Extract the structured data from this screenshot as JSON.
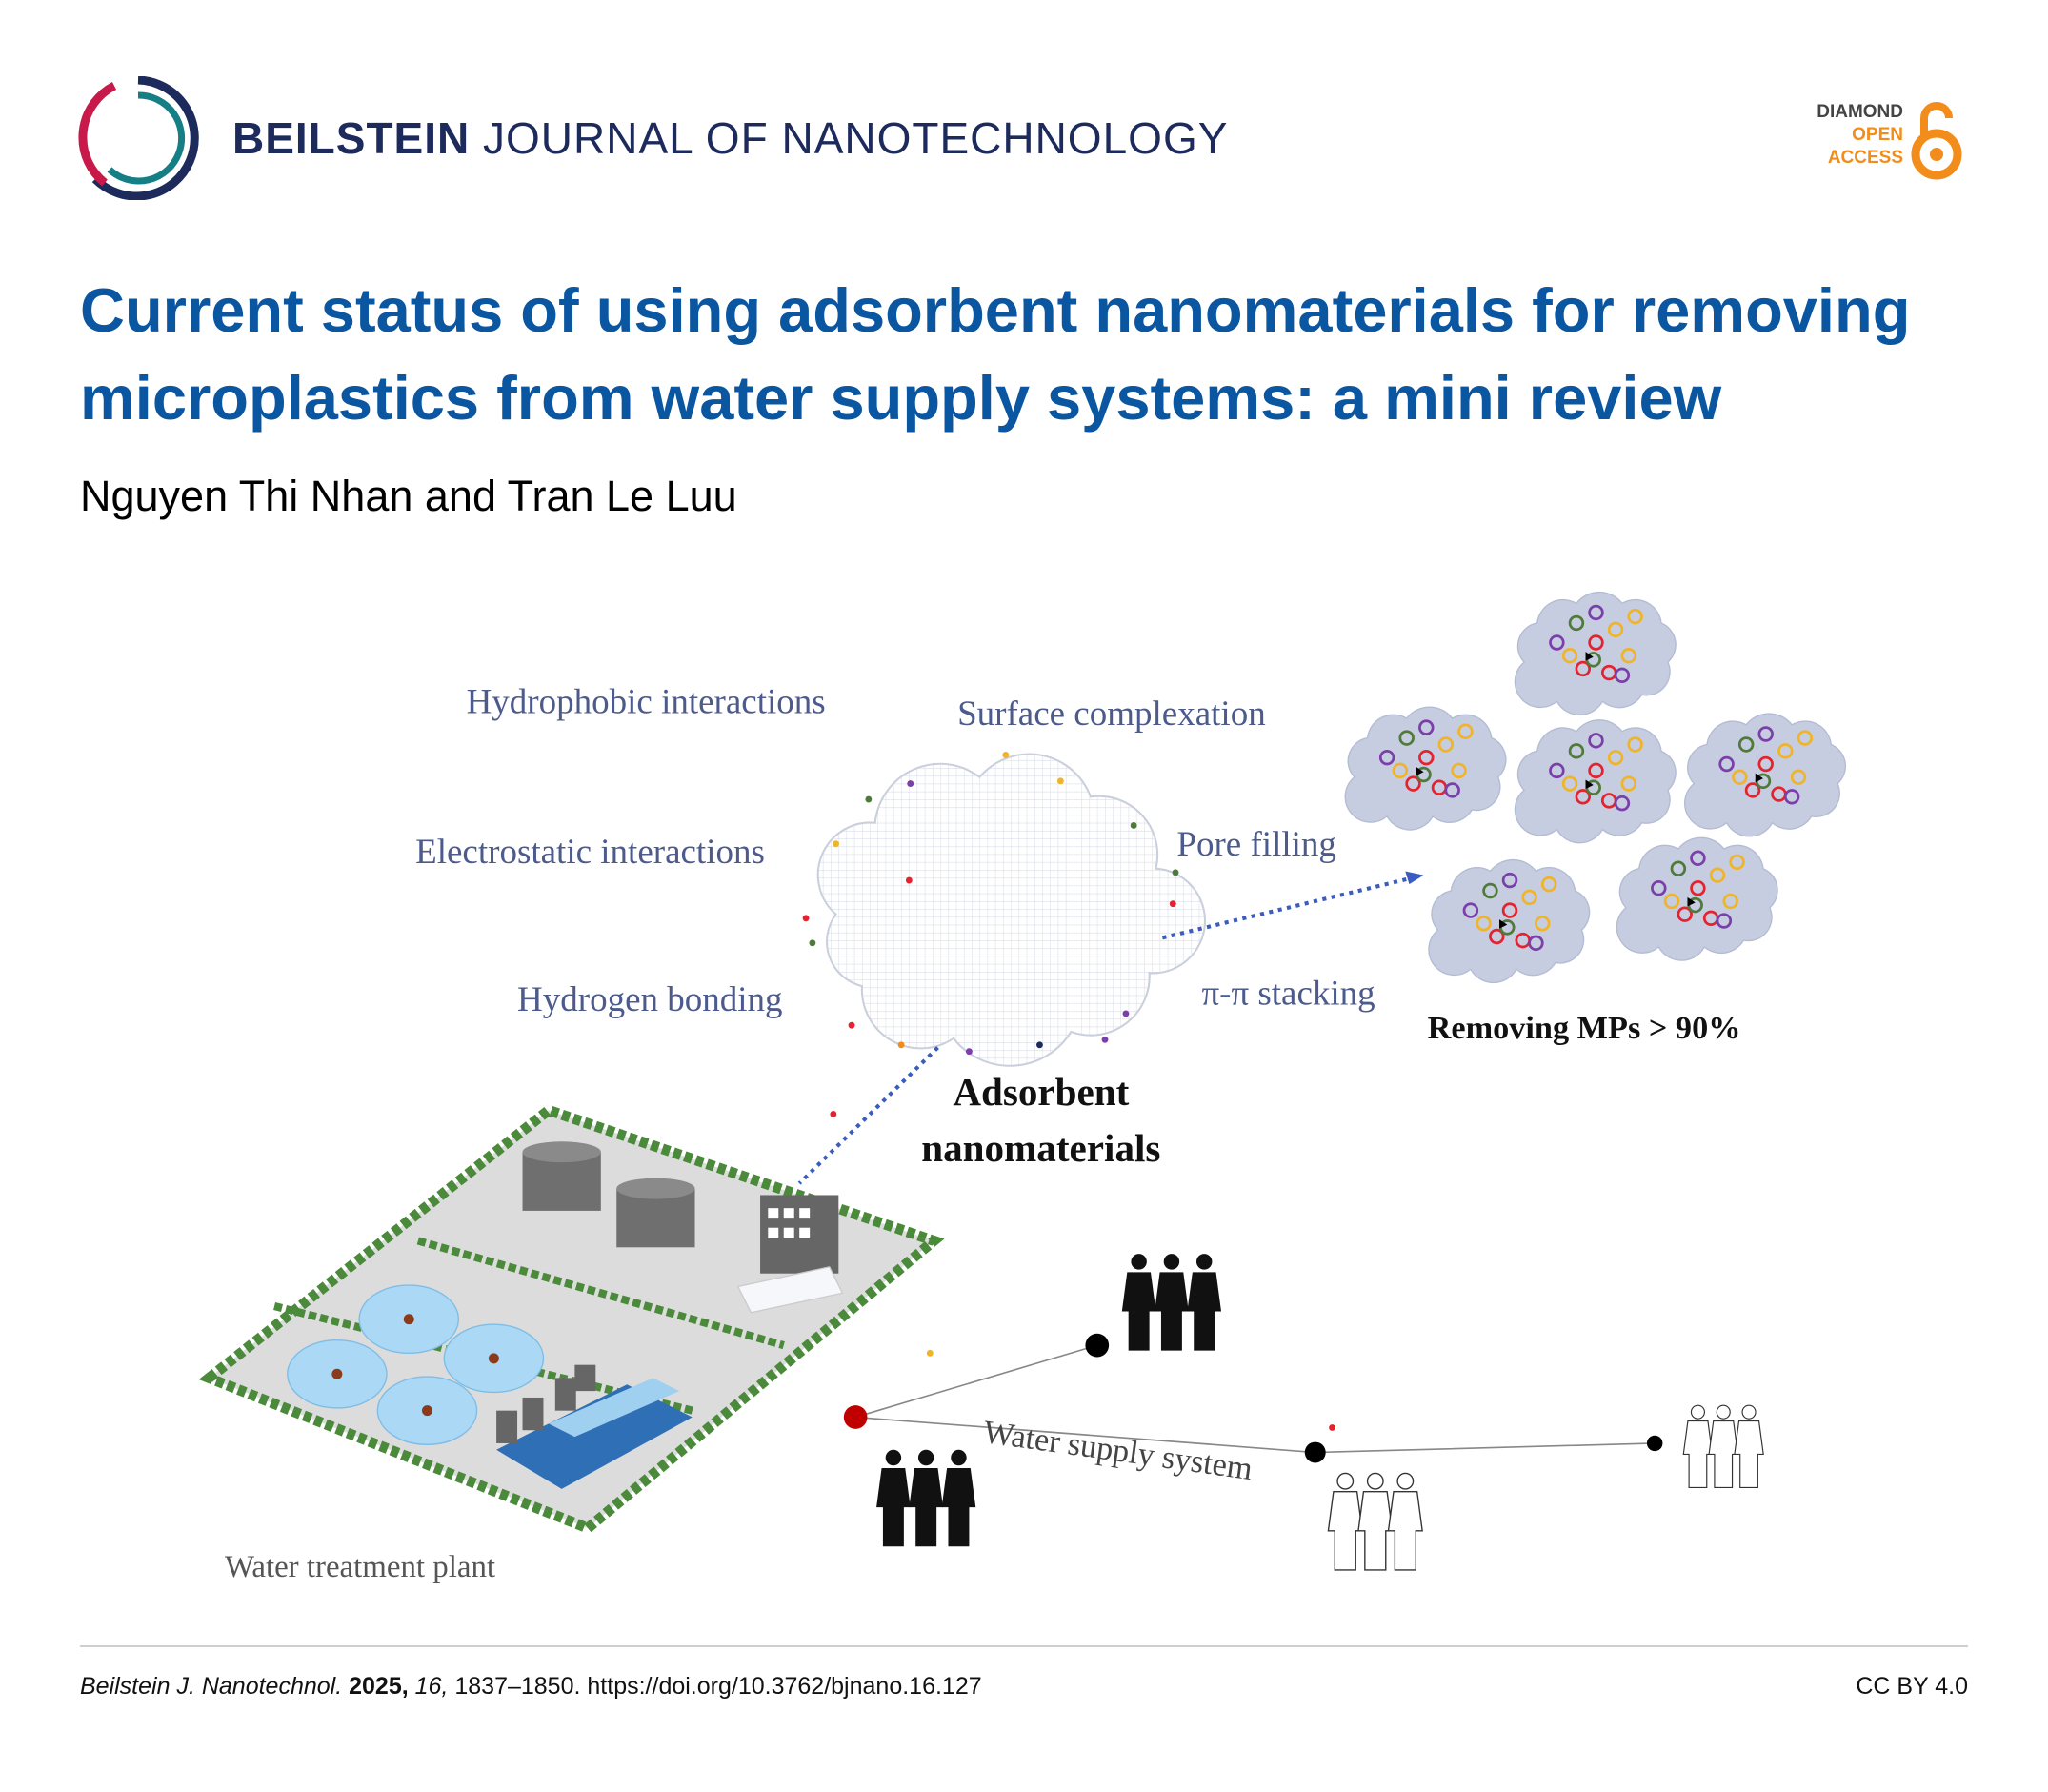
{
  "header": {
    "journal_bold": "BEILSTEIN",
    "journal_rest": "JOURNAL OF NANOTECHNOLOGY",
    "oa_badge": [
      "DIAMOND",
      "OPEN",
      "ACCESS"
    ]
  },
  "article": {
    "title": "Current status of using adsorbent nanomaterials for removing microplastics from water supply systems: a mini review",
    "authors": "Nguyen Thi Nhan and Tran Le Luu"
  },
  "figure": {
    "labels": {
      "hydrophobic": "Hydrophobic interactions",
      "surface": "Surface complexation",
      "electrostatic": "Electrostatic interactions",
      "pore": "Pore filling",
      "hydrogen": "Hydrogen bonding",
      "stacking": "π-π stacking",
      "removing": "Removing MPs > 90%",
      "adsorbent_1": "Adsorbent",
      "adsorbent_2": "nanomaterials",
      "water_supply": "Water supply system",
      "plant": "Water treatment plant"
    }
  },
  "footer": {
    "journal": "Beilstein J. Nanotechnol.",
    "year": "2025,",
    "volume": "16,",
    "pages": "1837–1850.",
    "doi": "https://doi.org/10.3762/bjnano.16.127",
    "license": "CC BY 4.0"
  },
  "colors": {
    "title": "#0b56a0",
    "journal": "#1c2a5c",
    "oa": "#f28c1a"
  }
}
